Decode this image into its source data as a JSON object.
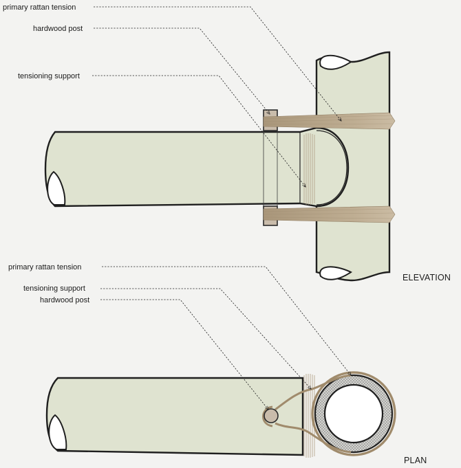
{
  "elevation": {
    "title": "ELEVATION",
    "labels": {
      "primary_rattan_tension": "primary rattan tension",
      "hardwood_post": "hardwood post",
      "tensioning_support": "tensioning support"
    }
  },
  "plan": {
    "title": "PLAN",
    "labels": {
      "primary_rattan_tension": "primary rattan tension",
      "tensioning_support": "tensioning support",
      "hardwood_post": "hardwood post"
    }
  },
  "colors": {
    "bamboo_fill": "#dfe3d0",
    "outline": "#1f1f1f",
    "rattan": "#a08b6c",
    "hardwood_post": "#c9bcab",
    "background": "#f3f3f1"
  }
}
